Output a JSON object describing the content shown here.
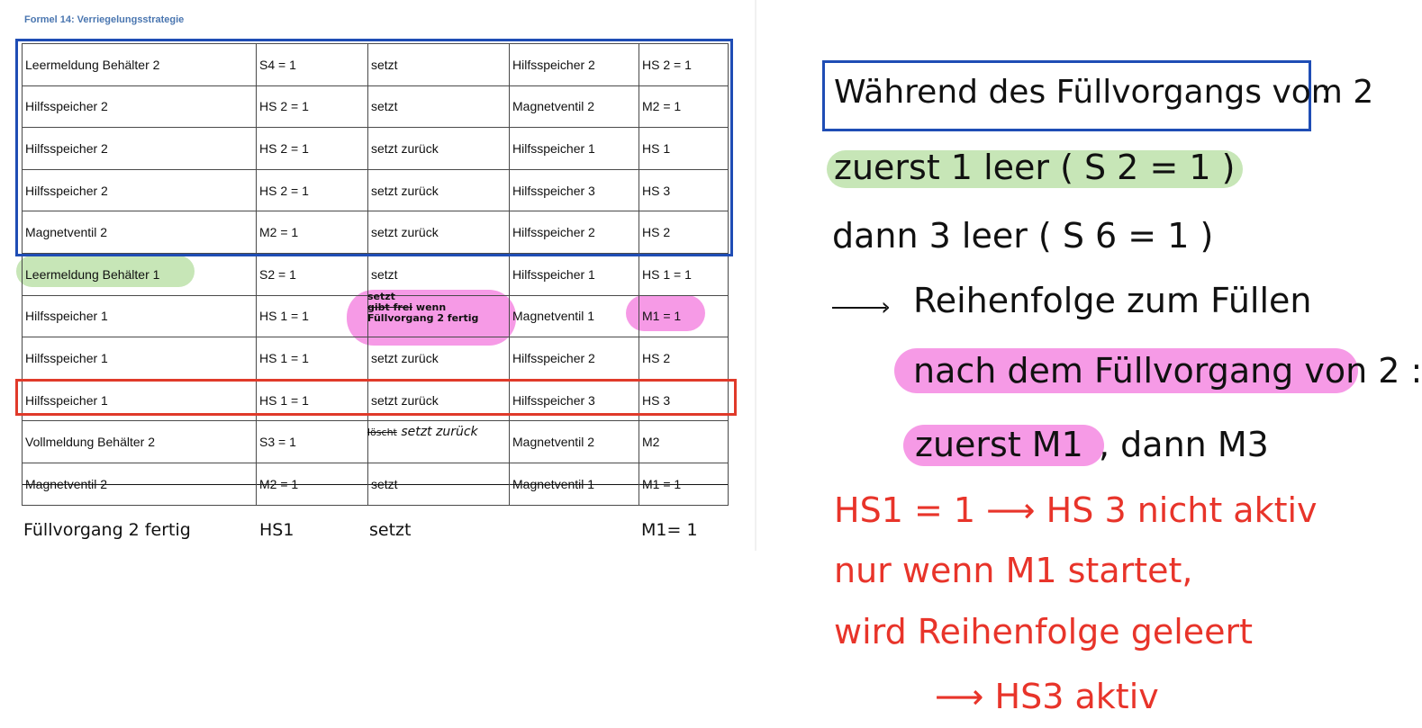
{
  "document": {
    "title": "Formel 14: Verriegelungsstrategie",
    "table": [
      [
        "Leermeldung Behälter 2",
        "S4 =  1",
        "setzt",
        "Hilfsspeicher 2",
        "HS 2 = 1"
      ],
      [
        "Hilfsspeicher 2",
        "HS 2 = 1",
        "setzt",
        "Magnetventil 2",
        "M2 = 1"
      ],
      [
        "Hilfsspeicher 2",
        "HS 2 = 1",
        "setzt zurück",
        "Hilfsspeicher 1",
        "HS 1"
      ],
      [
        "Hilfsspeicher 2",
        "HS 2 = 1",
        "setzt zurück",
        "Hilfsspeicher 3",
        "HS 3"
      ],
      [
        "Magnetventil 2",
        "M2 = 1",
        "setzt zurück",
        "Hilfsspeicher 2",
        "HS 2"
      ],
      [
        "Leermeldung Behälter 1",
        "S2 =  1",
        "setzt",
        "Hilfsspeicher 1",
        "HS 1 = 1"
      ],
      [
        "Hilfsspeicher 1",
        "HS 1 = 1",
        "",
        "Magnetventil 1",
        "M1 = 1"
      ],
      [
        "Hilfsspeicher 1",
        "HS 1 = 1",
        "setzt zurück",
        "Hilfsspeicher 2",
        "HS 2"
      ],
      [
        "Hilfsspeicher 1",
        "HS 1 = 1",
        "setzt zurück",
        "Hilfsspeicher 3",
        "HS 3"
      ],
      [
        "Vollmeldung Behälter 2",
        "S3 = 1",
        "",
        "Magnetventil 2",
        "M2"
      ],
      [
        "Magnetventil 2",
        "M2 = 1",
        "setzt",
        "Magnetventil 1",
        "M1 = 1"
      ]
    ],
    "cell_edit_row7": {
      "added": "setzt",
      "struck": "gibt frei",
      "suffix": "wenn",
      "line2": "Füllvorgang 2 fertig"
    },
    "cell_edit_row10": {
      "struck": "löscht",
      "added": "setzt zurück"
    },
    "handwritten_row": [
      "Füllvorgang 2 fertig",
      "HS1",
      "setzt",
      "M1= 1"
    ]
  },
  "notes": {
    "heading": "Während des Füllvorgangs vom 2",
    "heading_colon": ":",
    "line1": "zuerst  1 leer ( S 2 = 1 )",
    "line2": "dann     3 leer ( S 6 = 1 )",
    "line3": "Reihenfolge  zum  Füllen",
    "line4": "nach dem  Füllvorgang von 2 :",
    "line5_highlight": "zuerst  M1",
    "line5_rest": ", dann  M3",
    "red1": "HS1 = 1  ⟶  HS 3  nicht aktiv",
    "red2": "nur  wenn  M1 startet,",
    "red3": "wird  Reihenfolge  geleert",
    "red4": "⟶  HS3  aktiv"
  },
  "colors": {
    "blue_box": "#1f4db5",
    "red_box": "#e03a2a",
    "green_highlight": "#c7e6b7",
    "pink_highlight": "#f69ae6",
    "red_ink": "#e8342a",
    "title_blue": "#4a76b0"
  }
}
